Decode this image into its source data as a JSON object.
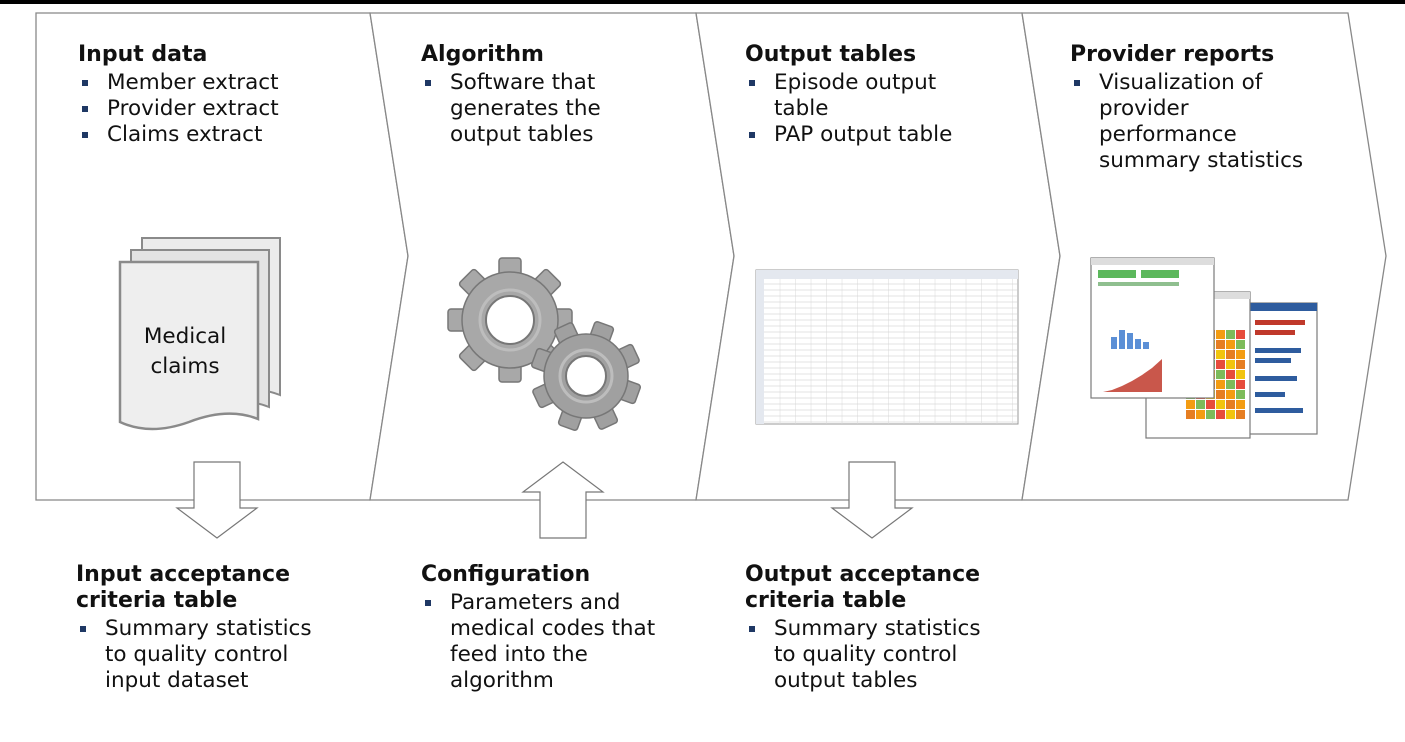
{
  "panels": [
    {
      "title": "Input data",
      "bullets": [
        "Member extract",
        "Provider extract",
        "Claims extract"
      ],
      "illustration": "document-stack-icon",
      "illustration_label": [
        "Medical",
        "claims"
      ]
    },
    {
      "title": "Algorithm",
      "bullets": [
        "Software that",
        "generates the",
        "output tables"
      ],
      "illustration": "gears-icon"
    },
    {
      "title": "Output tables",
      "bullets": [
        "Episode output",
        "table",
        "PAP output table"
      ],
      "illustration": "spreadsheet-thumbnail"
    },
    {
      "title": "Provider reports",
      "bullets": [
        "Visualization of",
        "provider",
        "performance",
        "summary statistics"
      ],
      "illustration": "report-thumbnails"
    }
  ],
  "below": [
    {
      "title_lines": [
        "Input acceptance",
        "criteria table"
      ],
      "bullet_lines": [
        "Summary statistics",
        "to quality control",
        "input dataset"
      ],
      "arrow": "down"
    },
    {
      "title_lines": [
        "Configuration"
      ],
      "bullet_lines": [
        "Parameters and",
        "medical codes that",
        "feed into the",
        "algorithm"
      ],
      "arrow": "up"
    },
    {
      "title_lines": [
        "Output acceptance",
        "criteria table"
      ],
      "bullet_lines": [
        "Summary statistics",
        "to quality control",
        "output tables"
      ],
      "arrow": "down"
    }
  ],
  "colors": {
    "panel_stroke": "#888888",
    "bullet": "#1f3864",
    "gear": "#9a9a9a",
    "top_rule": "#000000"
  }
}
